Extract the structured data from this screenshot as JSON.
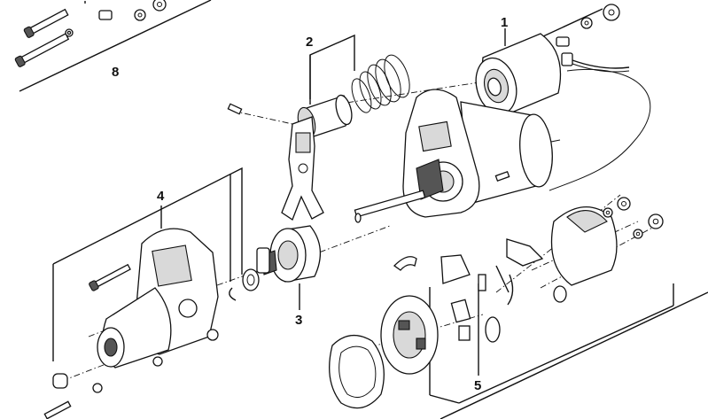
{
  "diagram": {
    "callouts": [
      {
        "id": "c1",
        "label": "1"
      },
      {
        "id": "c2",
        "label": "2"
      },
      {
        "id": "c3",
        "label": "3"
      },
      {
        "id": "c4",
        "label": "4"
      },
      {
        "id": "c5",
        "label": "5"
      },
      {
        "id": "c8",
        "label": "8"
      }
    ],
    "colors": {
      "line": "#111111",
      "background": "#ffffff",
      "shade": "#d9d9d9"
    }
  }
}
